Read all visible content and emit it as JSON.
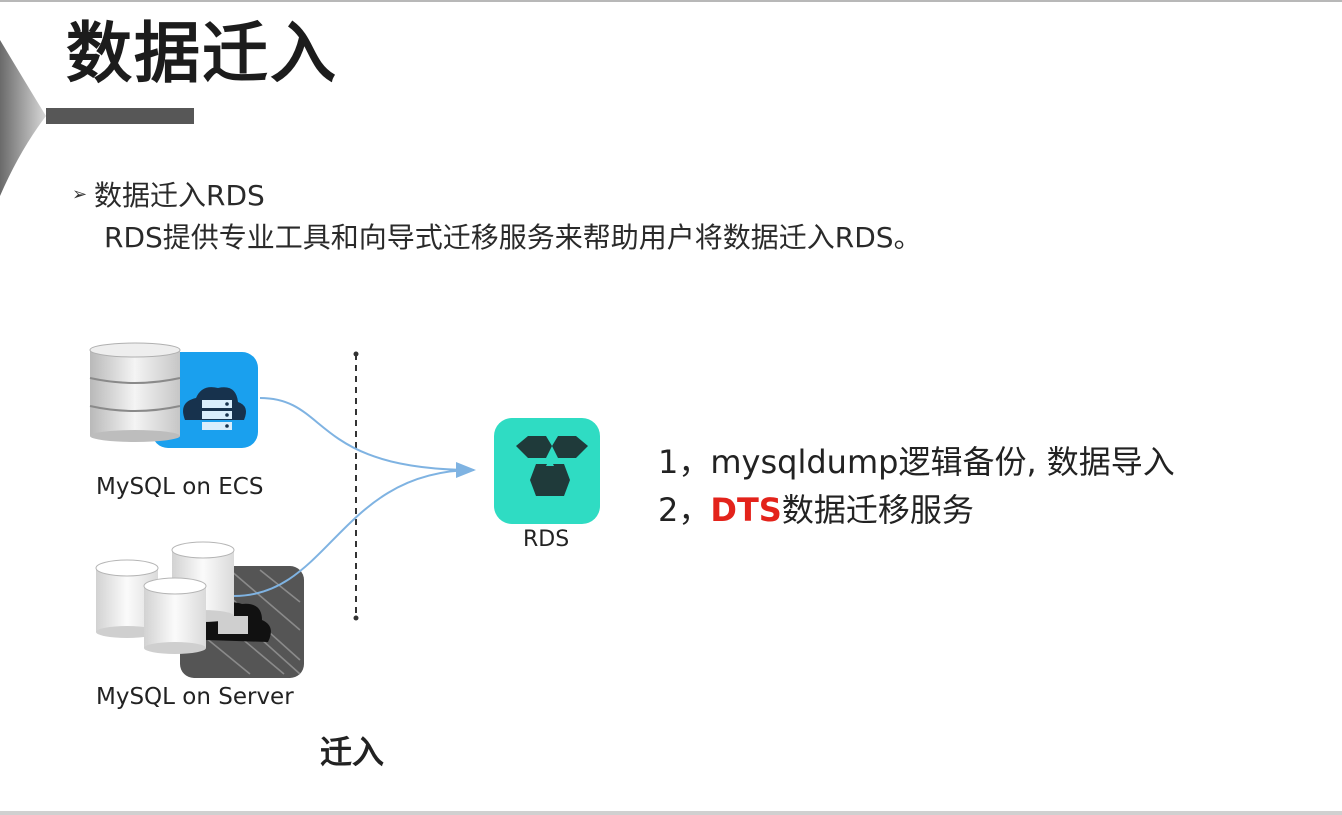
{
  "title": "数据迁入",
  "bullet": {
    "heading": "数据迁入RDS",
    "description": "RDS提供专业工具和向导式迁移服务来帮助用户将数据迁入RDS。"
  },
  "diagram": {
    "source_ecs_label": "MySQL on ECS",
    "source_server_label": "MySQL on Server",
    "target_label": "RDS",
    "migrate_label": "迁入",
    "colors": {
      "ecs_blue": "#1aa0ee",
      "rds_teal": "#2fdcc3",
      "arrow": "#7fb3e2"
    }
  },
  "methods": [
    {
      "prefix": "1，",
      "highlight": "",
      "text": "mysqldump逻辑备份, 数据导入"
    },
    {
      "prefix": "2，",
      "highlight": "DTS",
      "text": "数据迁移服务"
    }
  ],
  "colors": {
    "highlight_red": "#e3231b",
    "title_bar": "#575757"
  }
}
